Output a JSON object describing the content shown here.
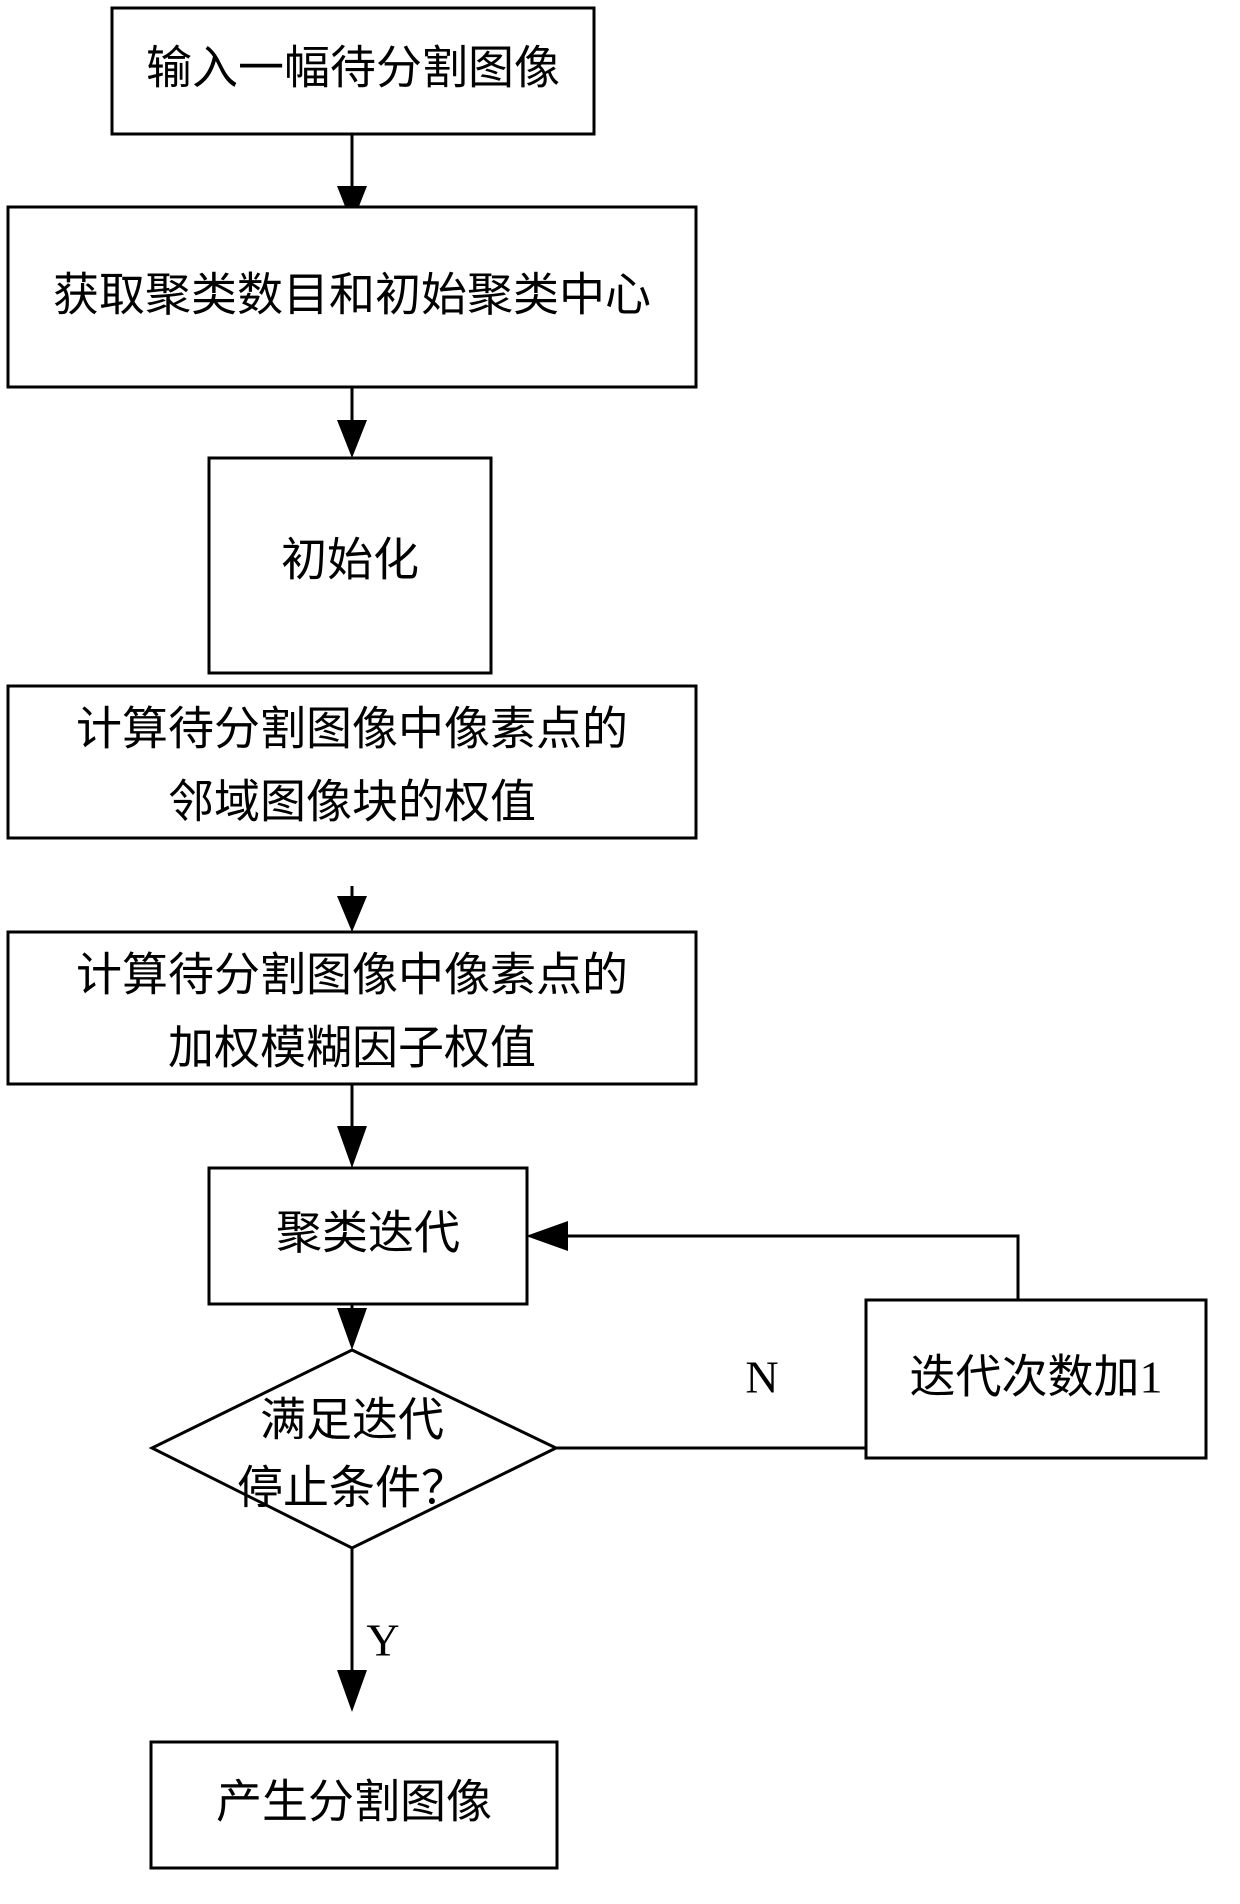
{
  "diagram": {
    "title": "图像分割流程图",
    "language": "zh",
    "background_color": "#ffffff",
    "line_color": "#000000",
    "fill_color": "#ffffff",
    "nodes": [
      {
        "id": "input-image",
        "shape": "rectangle",
        "label": "输入一幅待分割图像"
      },
      {
        "id": "get-cluster-params",
        "shape": "rectangle",
        "label": "获取聚类数目和初始聚类中心"
      },
      {
        "id": "initialize",
        "shape": "rectangle",
        "label": "初始化"
      },
      {
        "id": "compute-neighborhood-weight",
        "shape": "rectangle",
        "label_line1": "计算待分割图像中像素点的",
        "label_line2": "邻域图像块的权值"
      },
      {
        "id": "compute-fuzzy-factor-weight",
        "shape": "rectangle",
        "label_line1": "计算待分割图像中像素点的",
        "label_line2": "加权模糊因子权值"
      },
      {
        "id": "cluster-iteration",
        "shape": "rectangle",
        "label": "聚类迭代"
      },
      {
        "id": "stop-condition",
        "shape": "diamond",
        "label_line1": "满足迭代",
        "label_line2": "停止条件？"
      },
      {
        "id": "increment-iteration",
        "shape": "rectangle",
        "label": "迭代次数加1"
      },
      {
        "id": "output-segmented-image",
        "shape": "rectangle",
        "label": "产生分割图像"
      }
    ],
    "edge_labels": {
      "no": "N",
      "yes": "Y"
    }
  }
}
